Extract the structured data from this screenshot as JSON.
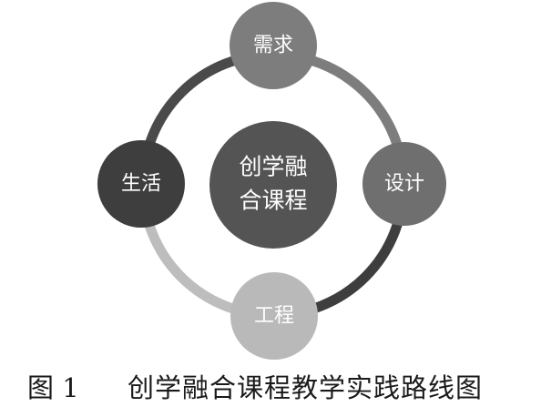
{
  "diagram": {
    "center": {
      "line1": "创学融",
      "line2": "合课程",
      "color": "#545454"
    },
    "nodes": [
      {
        "id": "top",
        "label": "需求",
        "color": "#7d7d7d"
      },
      {
        "id": "right",
        "label": "设计",
        "color": "#6f6f6f"
      },
      {
        "id": "bottom",
        "label": "工程",
        "color": "#b9b9b9"
      },
      {
        "id": "left",
        "label": "生活",
        "color": "#3e3e3e"
      }
    ],
    "arcs": [
      {
        "from": "top",
        "to": "right",
        "color": "#7d7d7d"
      },
      {
        "from": "right",
        "to": "bottom",
        "color": "#3e3e3e"
      },
      {
        "from": "bottom",
        "to": "left",
        "color": "#bdbdbd"
      },
      {
        "from": "left",
        "to": "top",
        "color": "#4a4a4a"
      }
    ]
  },
  "caption": {
    "number": "图 1",
    "title": "创学融合课程教学实践路线图"
  }
}
